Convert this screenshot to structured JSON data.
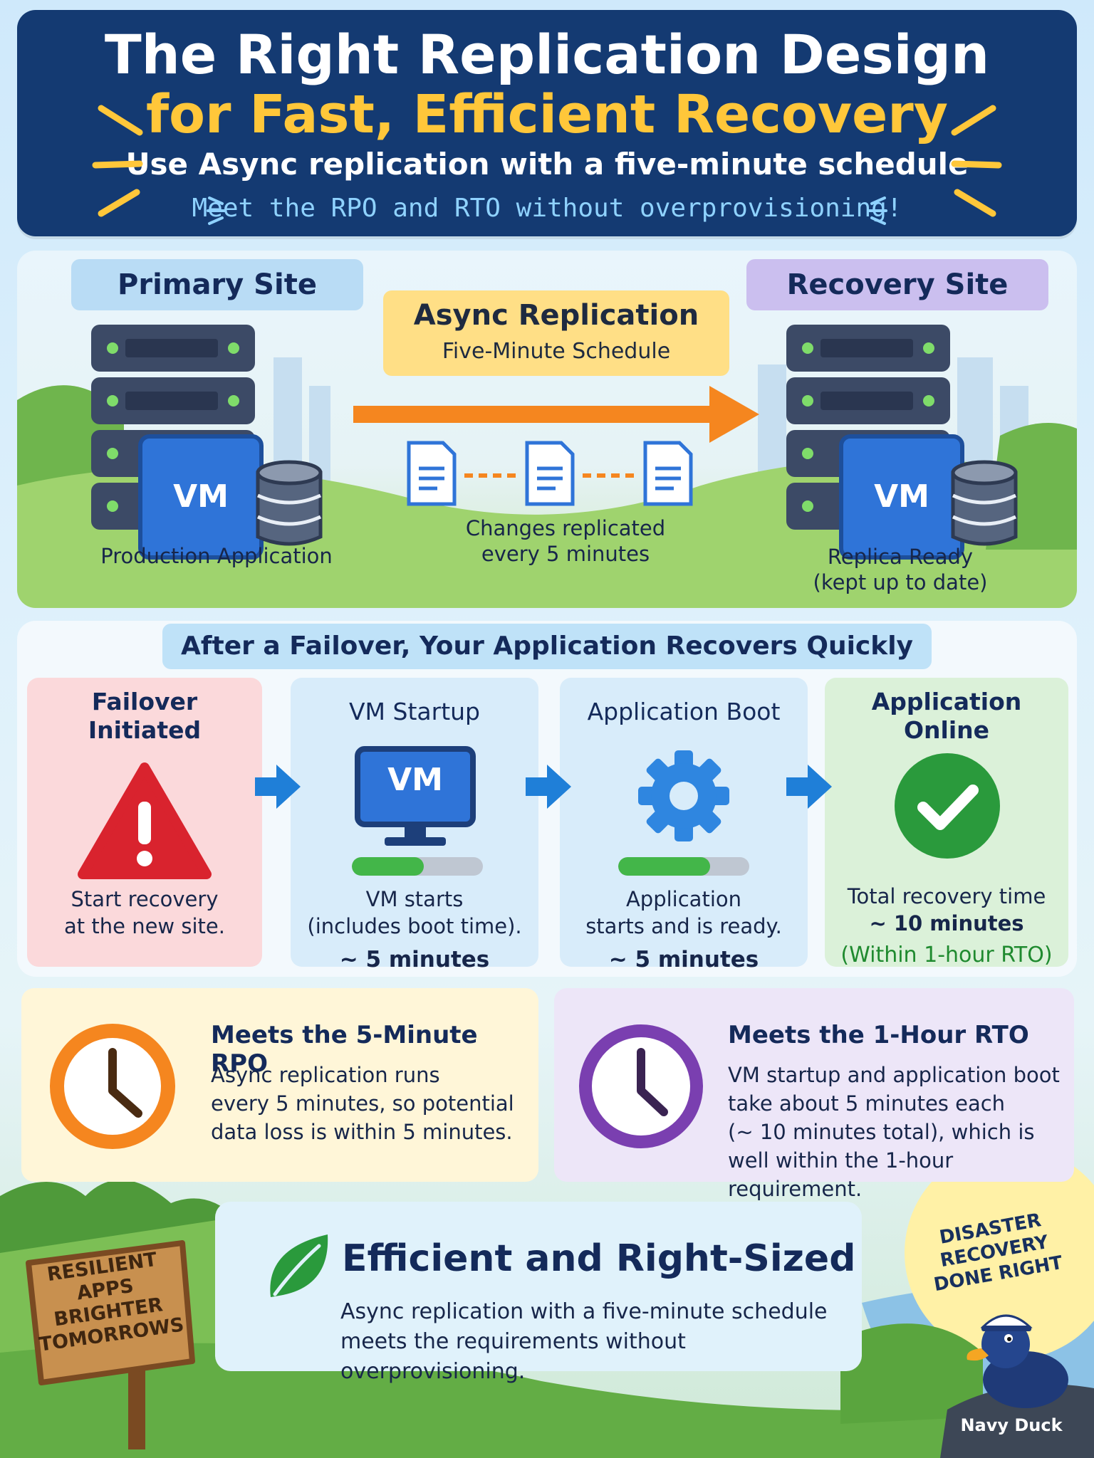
{
  "header": {
    "title_line1": "The Right Replication Design",
    "title_line2": "for Fast, Efficient Recovery",
    "subtitle": "Use Async replication with a five-minute schedule",
    "tagline": "Meet the RPO and RTO without overprovisioning!"
  },
  "replication": {
    "primary_label": "Primary Site",
    "recovery_label": "Recovery Site",
    "async_title": "Async Replication",
    "async_subtitle": "Five-Minute Schedule",
    "vm_label": "VM",
    "primary_caption": "Production Application",
    "changes_caption_line1": "Changes replicated",
    "changes_caption_line2": "every 5 minutes",
    "replica_caption_line1": "Replica Ready",
    "replica_caption_line2": "(kept up to date)"
  },
  "flow": {
    "heading": "After a Failover, Your Application Recovers Quickly",
    "steps": [
      {
        "title_line1": "Failover",
        "title_line2": "Initiated",
        "body_line1": "Start recovery",
        "body_line2": "at the new site."
      },
      {
        "title_line1": "VM Startup",
        "vm_label": "VM",
        "body_line1": "VM starts",
        "body_line2": "(includes boot time).",
        "time": "~ 5 minutes",
        "progress": 0.55
      },
      {
        "title_line1": "Application Boot",
        "body_line1": "Application",
        "body_line2": "starts and is ready.",
        "time": "~ 5 minutes",
        "progress": 0.7
      },
      {
        "title_line1": "Application",
        "title_line2": "Online",
        "body_line1": "Total recovery time",
        "body_line2": "~ 10 minutes",
        "note": "(Within 1-hour RTO)"
      }
    ]
  },
  "metrics": {
    "rpo": {
      "title": "Meets the 5-Minute RPO",
      "lines": [
        "Async replication runs",
        "every 5 minutes, so potential",
        "data loss is within 5 minutes."
      ]
    },
    "rto": {
      "title": "Meets the 1-Hour RTO",
      "lines": [
        "VM startup and application boot",
        "take about 5 minutes each",
        "(~ 10 minutes total), which is",
        "well within the 1-hour requirement."
      ]
    }
  },
  "efficient": {
    "title": "Efficient and Right-Sized",
    "line1": "Async replication with a five-minute schedule",
    "line2": "meets the requirements without overprovisioning."
  },
  "sign": {
    "lines": [
      "RESILIENT",
      "APPS",
      "BRIGHTER",
      "TOMORROWS"
    ]
  },
  "badge": {
    "lines": [
      "DISASTER",
      "RECOVERY",
      "DONE RIGHT"
    ]
  },
  "mascot": {
    "name": "Navy Duck"
  },
  "colors": {
    "header_bg": "#143a72",
    "accent_yellow": "#ffc73a",
    "arrow_orange": "#f5861f",
    "vm_blue": "#2f74d8",
    "alert_red": "#d9232e",
    "success_green": "#2a9a3c",
    "rto_purple": "#7a3fb0"
  }
}
